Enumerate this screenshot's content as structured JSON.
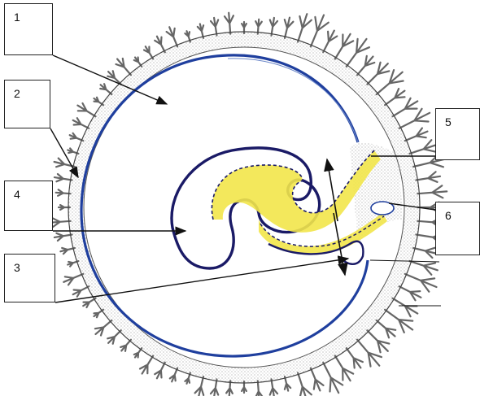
{
  "labels": [
    {
      "id": "1",
      "text": "1"
    },
    {
      "id": "2",
      "text": "2"
    },
    {
      "id": "3",
      "text": "3"
    },
    {
      "id": "4",
      "text": "4"
    },
    {
      "id": "5",
      "text": "5"
    },
    {
      "id": "6",
      "text": "6"
    }
  ],
  "colors": {
    "outline_blue": "#1f3f9e",
    "embryo_navy": "#1a1a66",
    "yolk_yellow": "#f2e64a",
    "stipple": "#8a8a8a",
    "line": "#111111"
  }
}
